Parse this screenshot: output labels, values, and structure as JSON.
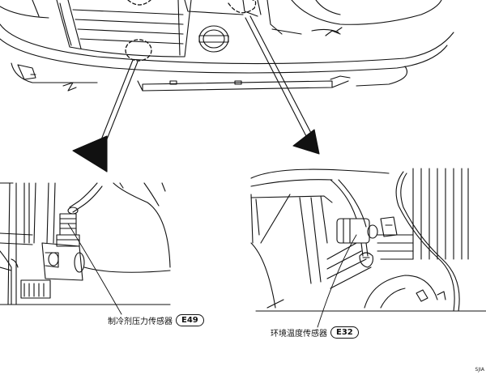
{
  "labels": {
    "left_sensor_name": "制冷剂压力传感器",
    "left_sensor_code": "E49",
    "right_sensor_name": "环境温度传感器",
    "right_sensor_code": "E32"
  },
  "figure_code": "SJIA",
  "colors": {
    "line": "#111111",
    "background": "#ffffff"
  }
}
